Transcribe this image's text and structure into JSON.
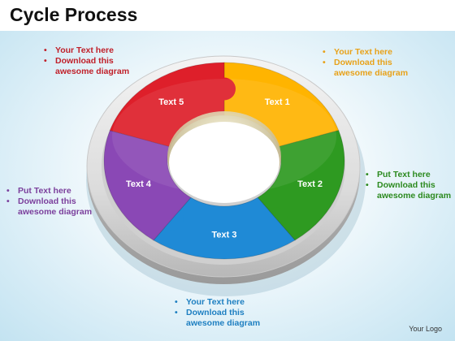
{
  "title": "Cycle Process",
  "segments": [
    {
      "label": "Text 1",
      "color": "#ffb400"
    },
    {
      "label": "Text 2",
      "color": "#2e9a21"
    },
    {
      "label": "Text 3",
      "color": "#1f8ad6"
    },
    {
      "label": "Text 4",
      "color": "#8a48b5"
    },
    {
      "label": "Text 5",
      "color": "#de1f2a"
    }
  ],
  "notes": {
    "red": [
      "Your Text here",
      "Download this awesome diagram"
    ],
    "orange": [
      "Your Text here",
      "Download this awesome diagram"
    ],
    "green": [
      "Put Text here",
      "Download this awesome diagram"
    ],
    "purple": [
      "Put Text here",
      "Download this awesome diagram"
    ],
    "blue": [
      "Your Text here",
      "Download this awesome diagram"
    ]
  },
  "colors": {
    "red": "#c0202a",
    "orange": "#e8a21a",
    "green": "#2c8a1f",
    "purple": "#7b3f9c",
    "blue": "#1e7fc1"
  },
  "logo": "Your Logo"
}
